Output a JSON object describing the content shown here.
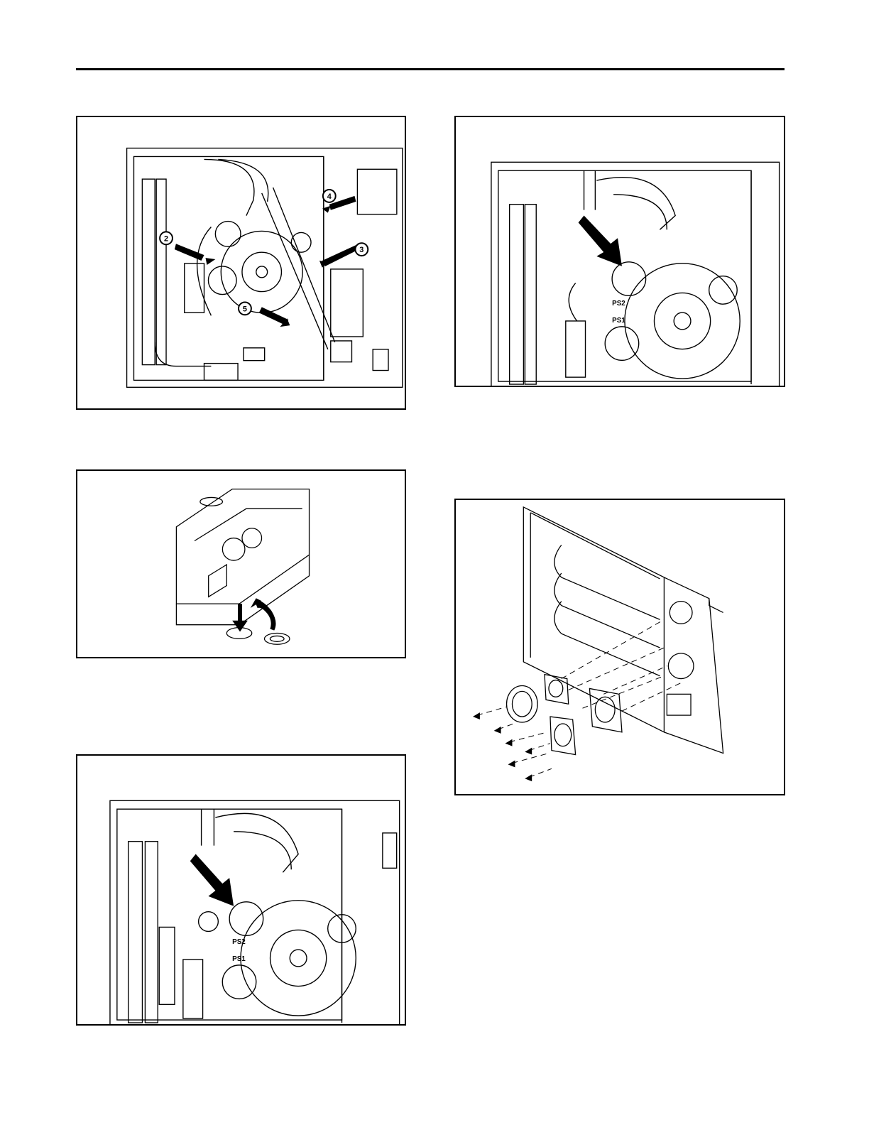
{
  "figures": {
    "fig_a": {
      "callouts": [
        "2",
        "3",
        "4",
        "5"
      ]
    },
    "fig_b": {
      "labels": [
        "PS2",
        "PS1"
      ]
    },
    "fig_d": {
      "labels": [
        "PS2",
        "PS1"
      ]
    }
  },
  "colors": {
    "line": "#000000",
    "background": "#ffffff",
    "light_gray": "#d9d9d9"
  }
}
